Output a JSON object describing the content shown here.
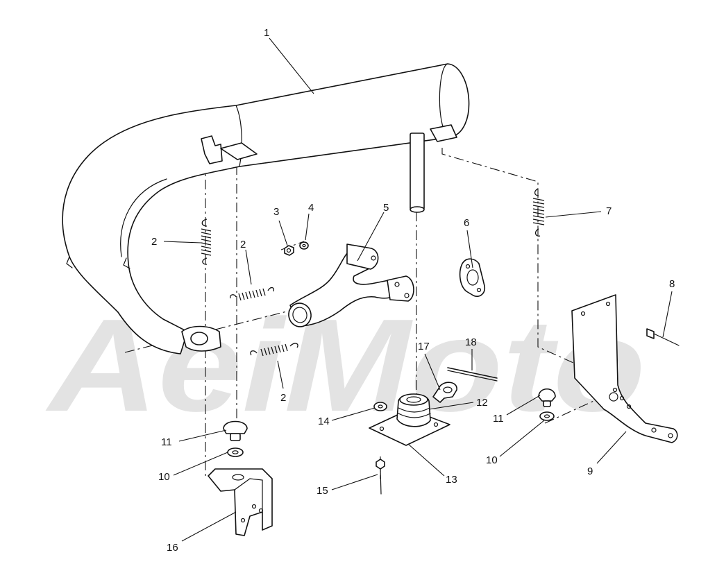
{
  "watermark": {
    "text": "AeiMoto",
    "color": "#d9d9d9"
  },
  "colors": {
    "line": "#111111",
    "background": "#ffffff"
  },
  "callouts": [
    {
      "id": "c1",
      "label": "1"
    },
    {
      "id": "c2a",
      "label": "2"
    },
    {
      "id": "c2b",
      "label": "2"
    },
    {
      "id": "c2c",
      "label": "2"
    },
    {
      "id": "c3",
      "label": "3"
    },
    {
      "id": "c4",
      "label": "4"
    },
    {
      "id": "c5",
      "label": "5"
    },
    {
      "id": "c6",
      "label": "6"
    },
    {
      "id": "c7",
      "label": "7"
    },
    {
      "id": "c8",
      "label": "8"
    },
    {
      "id": "c9",
      "label": "9"
    },
    {
      "id": "c10a",
      "label": "10"
    },
    {
      "id": "c10b",
      "label": "10"
    },
    {
      "id": "c11a",
      "label": "11"
    },
    {
      "id": "c11b",
      "label": "11"
    },
    {
      "id": "c12",
      "label": "12"
    },
    {
      "id": "c13",
      "label": "13"
    },
    {
      "id": "c14",
      "label": "14"
    },
    {
      "id": "c15",
      "label": "15"
    },
    {
      "id": "c16",
      "label": "16"
    },
    {
      "id": "c17",
      "label": "17"
    },
    {
      "id": "c18",
      "label": "18"
    }
  ]
}
